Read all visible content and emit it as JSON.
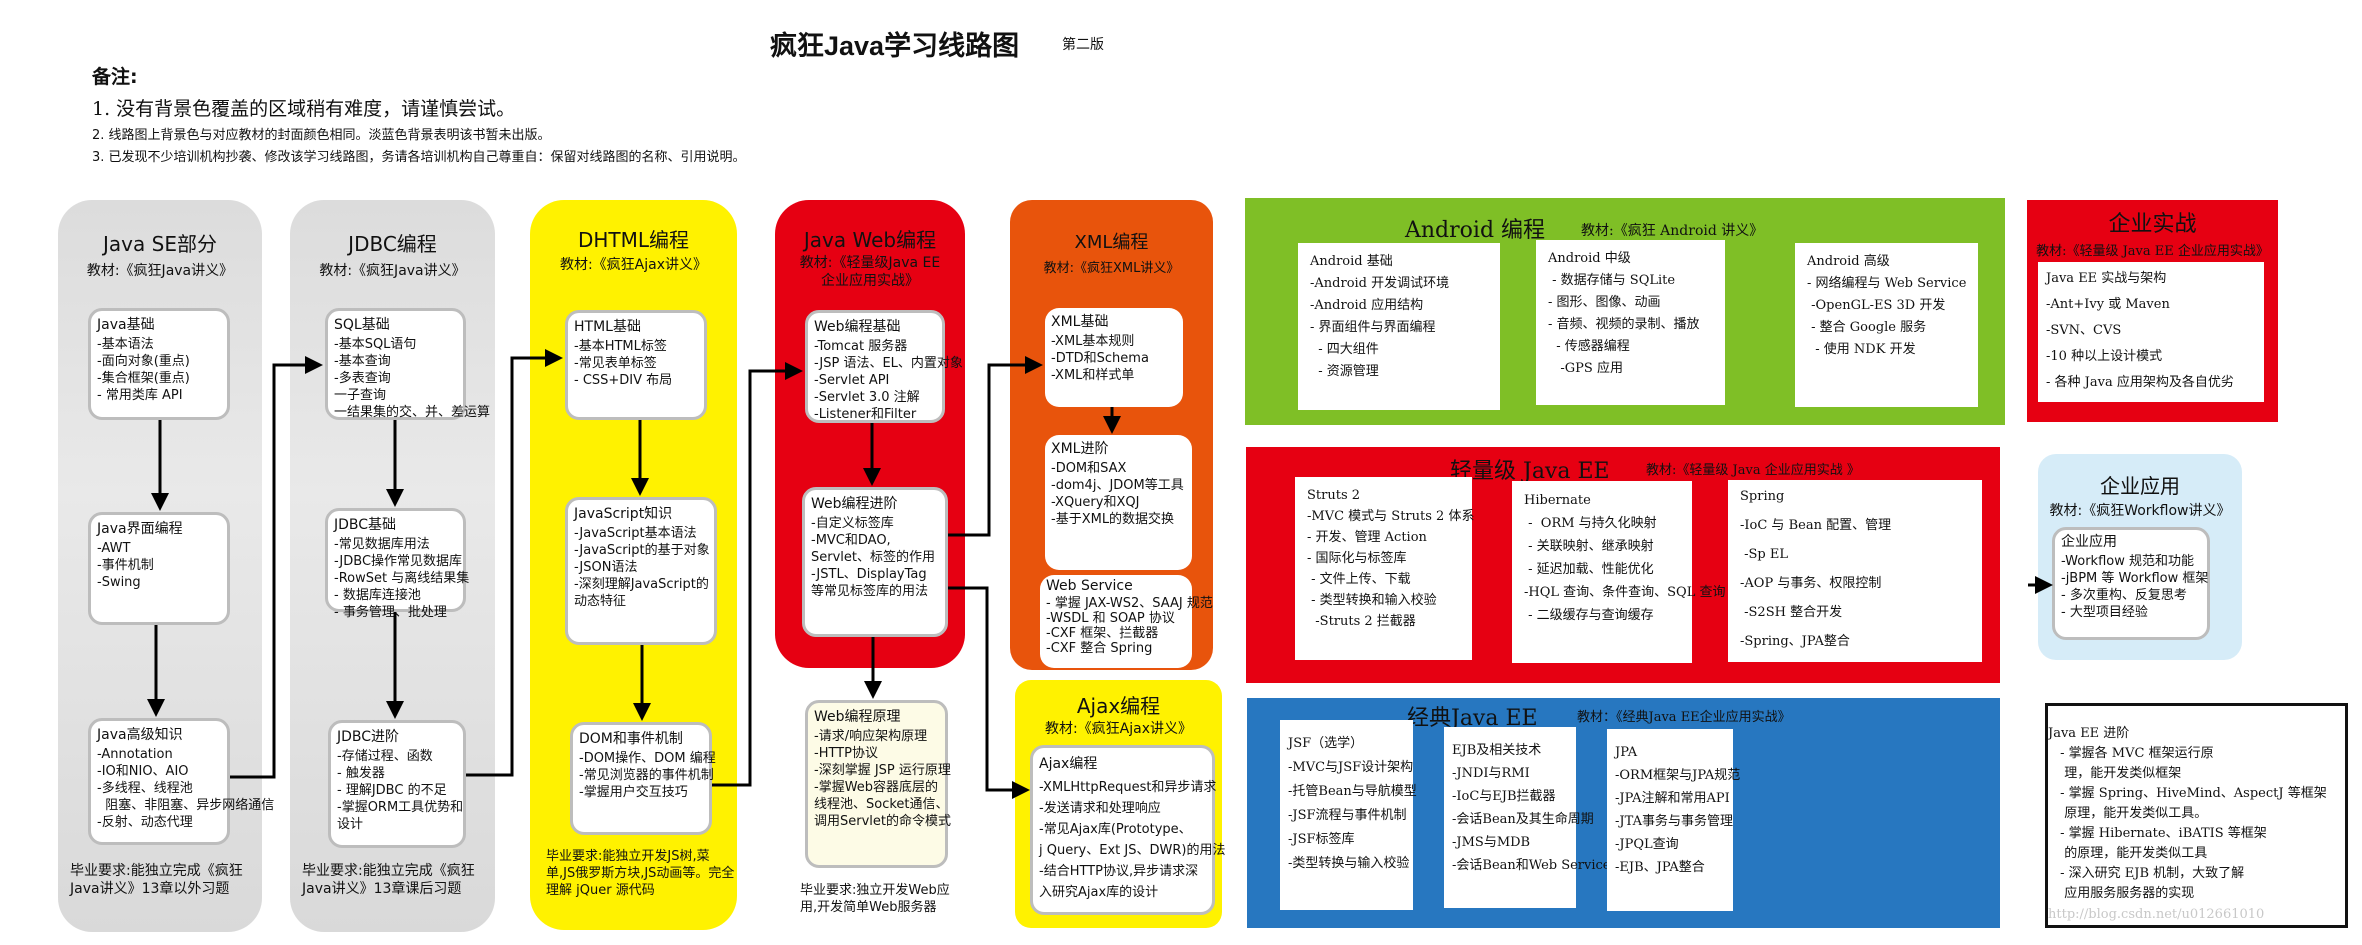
{
  "header": {
    "title": "疯狂Java学习线路图",
    "edition": "第二版",
    "notes_heading": "备注:",
    "notes": [
      "1. 没有背景色覆盖的区域稍有难度，请谨慎尝试。",
      "2. 线路图上背景色与对应教材的封面颜色相同。淡蓝色背景表明该书暂未出版。",
      "3. 已发现不少培训机构抄袭、修改该学习线路图，务请各培训机构自己尊重自：保留对线路图的名称、引用说明。"
    ]
  },
  "javase": {
    "title": "Java SE部分",
    "book": "教材:《疯狂Java讲义》",
    "boxes": [
      {
        "title": "Java基础",
        "items": [
          "-基本语法",
          "-面向对象(重点)",
          "-集合框架(重点)",
          "- 常用类库 API"
        ]
      },
      {
        "title": "Java界面编程",
        "items": [
          "-AWT",
          "-事件机制",
          "-Swing"
        ]
      },
      {
        "title": "Java高级知识",
        "items": [
          "-Annotation",
          "-IO和NIO、AIO",
          "-多线程、线程池",
          "  阻塞、非阻塞、异步网络通信",
          "-反射、动态代理"
        ]
      }
    ],
    "requirement": "毕业要求:能独立完成《疯狂Java讲义》13章以外习题"
  },
  "jdbc": {
    "title": "JDBC编程",
    "book": "教材:《疯狂Java讲义》",
    "boxes": [
      {
        "title": "SQL基础",
        "items": [
          "-基本SQL语句",
          "-基本查询",
          "-多表查询",
          "一子查询",
          "一结果集的交、并、差运算"
        ]
      },
      {
        "title": "JDBC基础",
        "items": [
          "-常见数据库用法",
          "-JDBC操作常见数据库",
          "-RowSet 与离线结果集",
          "- 数据库连接池",
          "- 事务管理、批处理"
        ]
      },
      {
        "title": "JDBC进阶",
        "items": [
          "-存储过程、函数",
          "- 触发器",
          "- 理解JDBC 的不足",
          "-掌握ORM工具优势和",
          "设计"
        ]
      }
    ],
    "requirement": "毕业要求:能独立完成《疯狂Java讲义》13章课后习题"
  },
  "dhtml": {
    "title": "DHTML编程",
    "book": "教材:《疯狂Ajax讲义》",
    "boxes": [
      {
        "title": "HTML基础",
        "items": [
          "-基本HTML标签",
          "-常见表单标签",
          "- CSS+DIV 布局"
        ]
      },
      {
        "title": "JavaScript知识",
        "items": [
          "-JavaScript基本语法",
          "-JavaScript的基于对象",
          "-JSON语法",
          "-深刻理解JavaScript的",
          "动态特征"
        ]
      },
      {
        "title": "DOM和事件机制",
        "items": [
          "-DOM操作、DOM 编程",
          "-常见浏览器的事件机制",
          "-掌握用户交互技巧"
        ]
      }
    ],
    "requirement": "毕业要求:能独立开发JS树,菜单,JS俄罗斯方块,JS动画等。完全理解 jQuer 源代码"
  },
  "javaweb": {
    "title": "Java Web编程",
    "book": "教材:《轻量级Java EE企业应用实战》",
    "boxes": [
      {
        "title": "Web编程基础",
        "items": [
          "-Tomcat 服务器",
          "-JSP 语法、EL、内置对象",
          "-Servlet API",
          "-Servlet 3.0 注解",
          "-Listener和Filter"
        ]
      },
      {
        "title": "Web编程进阶",
        "items": [
          "-自定义标签库",
          "-MVC和DAO,",
          "Servlet、标签的作用",
          "-JSTL、DisplayTag",
          "等常见标签库的用法"
        ]
      },
      {
        "title": "Web编程原理",
        "items": [
          "-请求/响应架构原理",
          "-HTTP协议",
          "-深刻掌握 JSP 运行原理",
          "-掌握Web容器底层的",
          "线程池、Socket通信、",
          "调用Servlet的命令模式"
        ]
      }
    ],
    "requirement": "毕业要求:独立开发Web应用,开发简单Web服务器"
  },
  "xml": {
    "title": "XML编程",
    "book": "教材:《疯狂XML讲义》",
    "boxes": [
      {
        "title": "XML基础",
        "items": [
          "-XML基本规则",
          "-DTD和Schema",
          "-XML和样式单"
        ]
      },
      {
        "title": "XML进阶",
        "items": [
          "-DOM和SAX",
          "-dom4j、JDOM等工具",
          "-XQuery和XQJ",
          "-基于XML的数据交换"
        ]
      },
      {
        "title": "Web Service",
        "items": [
          "- 掌握 JAX-WS2、SAAJ 规范",
          "-WSDL 和 SOAP 协议",
          "-CXF 框架、拦截器",
          "-CXF 整合 Spring"
        ]
      }
    ]
  },
  "ajax": {
    "title": "Ajax编程",
    "book": "教材:《疯狂Ajax讲义》",
    "boxes": [
      {
        "title": "Ajax编程",
        "items": [
          "-XMLHttpRequest和异步请求",
          "-发送请求和处理响应",
          "-常见Ajax库(Prototype、",
          "j Query、Ext JS、DWR)的用法",
          "-结合HTTP协议,异步请求深",
          "入研究Ajax库的设计"
        ]
      }
    ]
  },
  "android": {
    "title": "Android 编程",
    "book": "教材:《疯狂 Android 讲义》",
    "boxes": [
      {
        "title": "Android 基础",
        "items": [
          "-Android 开发调试环境",
          "-Android 应用结构",
          "- 界面组件与界面编程",
          "  - 四大组件",
          "  - 资源管理"
        ]
      },
      {
        "title": "Android 中级",
        "items": [
          " - 数据存储与 SQLite",
          "- 图形、图像、动画",
          "- 音频、视频的录制、播放",
          "  - 传感器编程",
          "   -GPS 应用"
        ]
      },
      {
        "title": "Android 高级",
        "items": [
          "- 网络编程与 Web Service",
          " -OpenGL-ES 3D 开发",
          " - 整合 Google 服务",
          "  - 使用 NDK 开发"
        ]
      }
    ]
  },
  "enterprise_practice": {
    "title": "企业实战",
    "book": "教材:《轻量级 Java EE 企业应用实战》",
    "boxes": [
      {
        "title": "Java EE 实战与架构",
        "items": [
          "-Ant+Ivy 或 Maven",
          "-SVN、CVS",
          "-10 种以上设计模式",
          "- 各种 Java 应用架构及各自优劣"
        ]
      }
    ]
  },
  "lightweight": {
    "title": "轻量级 Java EE",
    "book": "教材:《轻量级 Java 企业应用实战 》",
    "boxes": [
      {
        "title": "Struts 2",
        "items": [
          "-MVC 模式与 Struts 2 体系",
          "- 开发、管理 Action",
          "- 国际化与标签库",
          " - 文件上传、下载",
          " - 类型转换和输入校验",
          "  -Struts 2 拦截器"
        ]
      },
      {
        "title": "Hibernate",
        "items": [
          " -  ORM 与持久化映射",
          " - 关联映射、继承映射",
          " - 延迟加载、性能优化",
          "-HQL 查询、条件查询、SQL 查询",
          " - 二级缓存与查询缓存"
        ]
      },
      {
        "title": "Spring",
        "items": [
          "-IoC 与 Bean 配置、管理",
          " -Sp EL",
          "-AOP 与事务、权限控制",
          " -S2SH 整合开发",
          "-Spring、JPA整合"
        ]
      }
    ]
  },
  "enterprise_app": {
    "title": "企业应用",
    "book": "教材:《疯狂Workflow讲义》",
    "boxes": [
      {
        "title": "企业应用",
        "items": [
          "-Workflow 规范和功能",
          "-jBPM 等 Workflow 框架",
          "- 多次重构、反复思考",
          "- 大型项目经验"
        ]
      }
    ]
  },
  "classic": {
    "title": "经典Java EE",
    "book": "教材：《经典Java EE企业应用实战》",
    "boxes": [
      {
        "title": "JSF（选学）",
        "items": [
          "-MVC与JSF设计架构",
          "-托管Bean与导航模型",
          "-JSF流程与事件机制",
          "-JSF标签库",
          "-类型转换与输入校验"
        ]
      },
      {
        "title": "EJB及相关技术",
        "items": [
          "-JNDI与RMI",
          "-IoC与EJB拦截器",
          "-会话Bean及其生命周期",
          "-JMS与MDB",
          "-会话Bean和Web Service"
        ]
      },
      {
        "title": "JPA",
        "items": [
          "-ORM框架与JPA规范",
          "-JPA注解和常用API",
          "-JTA事务与事务管理",
          "-JPQL查询",
          "-EJB、JPA整合"
        ]
      }
    ]
  },
  "javaee_advanced": {
    "title": "Java EE 进阶",
    "items": [
      " - 掌握各 MVC 框架运行原",
      "  理，能开发类似框架",
      " - 掌握 Spring、HiveMind、AspectJ 等框架",
      "  原理，能开发类似工具。",
      " - 掌握 Hibernate、iBATIS 等框架",
      "  的原理，能开发类似工具",
      " - 深入研究 EJB 机制，大致了解",
      "  应用服务服务器的实现"
    ]
  },
  "watermark": "http://blog.csdn.net/u012661010",
  "colors": {
    "gray": "#dcdcdc",
    "yellow": "#fff200",
    "red": "#e60012",
    "orange": "#e8540c",
    "green": "#7fbf26",
    "blue": "#2777c0",
    "light_blue": "#d6ecf8"
  }
}
